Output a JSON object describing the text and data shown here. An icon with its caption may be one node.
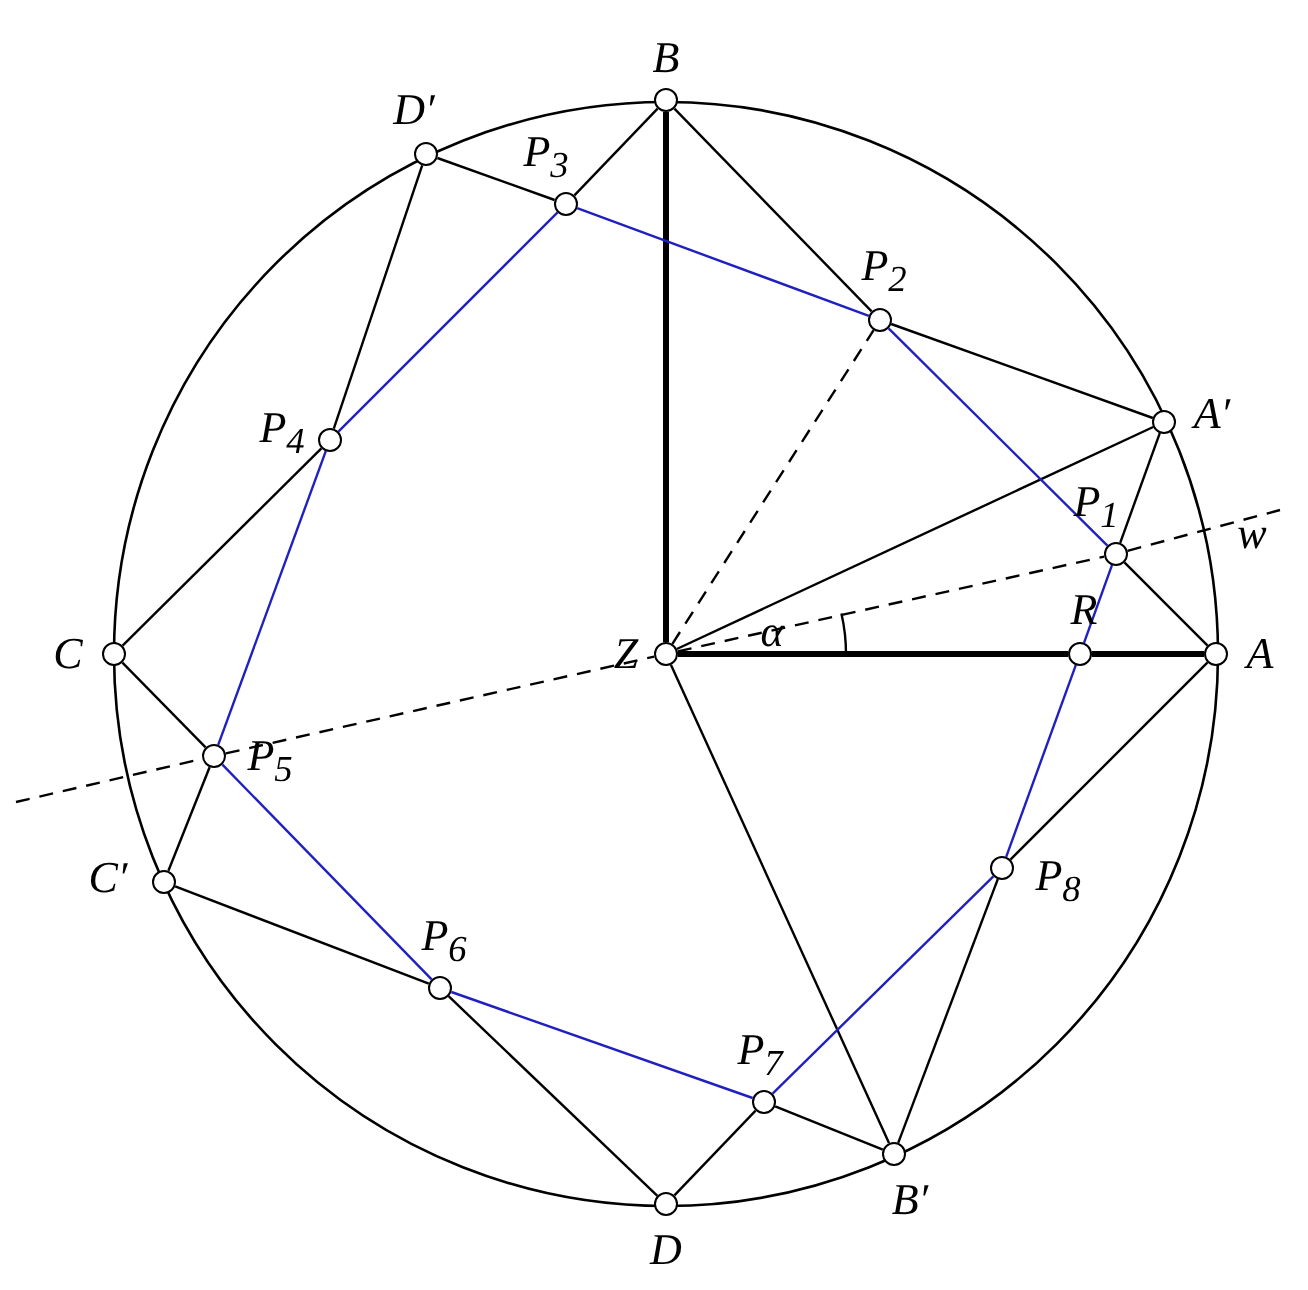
{
  "diagram": {
    "nodes": [
      {
        "text": [
          "A"
        ]
      },
      {
        "text": [
          "A′"
        ]
      },
      {
        "text": [
          "B"
        ]
      },
      {
        "text": [
          "B′"
        ]
      },
      {
        "text": [
          "C"
        ]
      },
      {
        "text": [
          "C′"
        ]
      },
      {
        "text": [
          "D"
        ]
      },
      {
        "text": [
          "D′"
        ]
      },
      {
        "text": [
          "P$_{1}$"
        ]
      },
      {
        "text": [
          "P$_{2}$"
        ]
      },
      {
        "text": [
          "P$_{3}$"
        ]
      },
      {
        "text": [
          "P$_{4}$"
        ]
      },
      {
        "text": [
          "P$_{5}$"
        ]
      },
      {
        "text": [
          "P$_{6}$"
        ]
      },
      {
        "text": [
          "P$_{7}$"
        ]
      },
      {
        "text": [
          "P$_{8}$"
        ]
      },
      {
        "text": [
          "R"
        ]
      },
      {
        "text": [
          "Z"
        ]
      }
    ],
    "edges": [
      {
        "from": 0,
        "to": 8,
        "arrow": "none"
      },
      {
        "from": 9,
        "to": 2,
        "arrow": "none"
      },
      {
        "from": 2,
        "to": 10,
        "arrow": "none"
      },
      {
        "from": 11,
        "to": 4,
        "arrow": "none"
      },
      {
        "from": 4,
        "to": 12,
        "arrow": "none"
      },
      {
        "from": 13,
        "to": 6,
        "arrow": "none"
      },
      {
        "from": 6,
        "to": 14,
        "arrow": "none"
      },
      {
        "from": 15,
        "to": 0,
        "arrow": "none"
      },
      {
        "from": 1,
        "to": 8,
        "arrow": "none"
      },
      {
        "from": 15,
        "to": 3,
        "arrow": "none"
      },
      {
        "from": 3,
        "to": 14,
        "arrow": "none"
      },
      {
        "from": 13,
        "to": 5,
        "arrow": "none"
      },
      {
        "from": 5,
        "to": 12,
        "arrow": "none"
      },
      {
        "from": 11,
        "to": 7,
        "arrow": "none"
      },
      {
        "from": 7,
        "to": 10,
        "arrow": "none"
      },
      {
        "from": 9,
        "to": 1,
        "arrow": "none"
      },
      {
        "from": 17,
        "to": 2,
        "arrow": "none",
        "style": "thick"
      },
      {
        "from": 17,
        "to": 16,
        "arrow": "none",
        "style": "thick"
      },
      {
        "from": 16,
        "to": 0,
        "arrow": "none",
        "style": "thick"
      },
      {
        "from": 17,
        "to": 1,
        "arrow": "none"
      },
      {
        "from": 17,
        "to": 3,
        "arrow": "none"
      },
      {
        "from": 17,
        "to": 9,
        "arrow": "none",
        "style": "dashed"
      },
      {
        "from": 8,
        "to": 9,
        "arrow": "none",
        "color": "#2020c0"
      },
      {
        "from": 9,
        "to": 10,
        "arrow": "none",
        "color": "#2020c0"
      },
      {
        "from": 10,
        "to": 11,
        "arrow": "none",
        "color": "#2020c0"
      },
      {
        "from": 11,
        "to": 12,
        "arrow": "none",
        "color": "#2020c0"
      },
      {
        "from": 12,
        "to": 13,
        "arrow": "none",
        "color": "#2020c0"
      },
      {
        "from": 13,
        "to": 14,
        "arrow": "none",
        "color": "#2020c0"
      },
      {
        "from": 14,
        "to": 15,
        "arrow": "none",
        "color": "#2020c0"
      },
      {
        "from": 15,
        "to": 16,
        "arrow": "none",
        "color": "#2020c0"
      },
      {
        "from": 16,
        "to": 8,
        "arrow": "none",
        "color": "#2020c0"
      },
      {
        "from": null,
        "to": 12,
        "arrow": "none",
        "style": "dashed"
      },
      {
        "from": 12,
        "to": 17,
        "arrow": "none",
        "style": "dashed"
      },
      {
        "from": 17,
        "to": 8,
        "arrow": "none",
        "style": "dashed"
      },
      {
        "from": 8,
        "to": null,
        "arrow": "none",
        "style": "dashed"
      }
    ],
    "labels": [
      "w",
      "α"
    ]
  }
}
